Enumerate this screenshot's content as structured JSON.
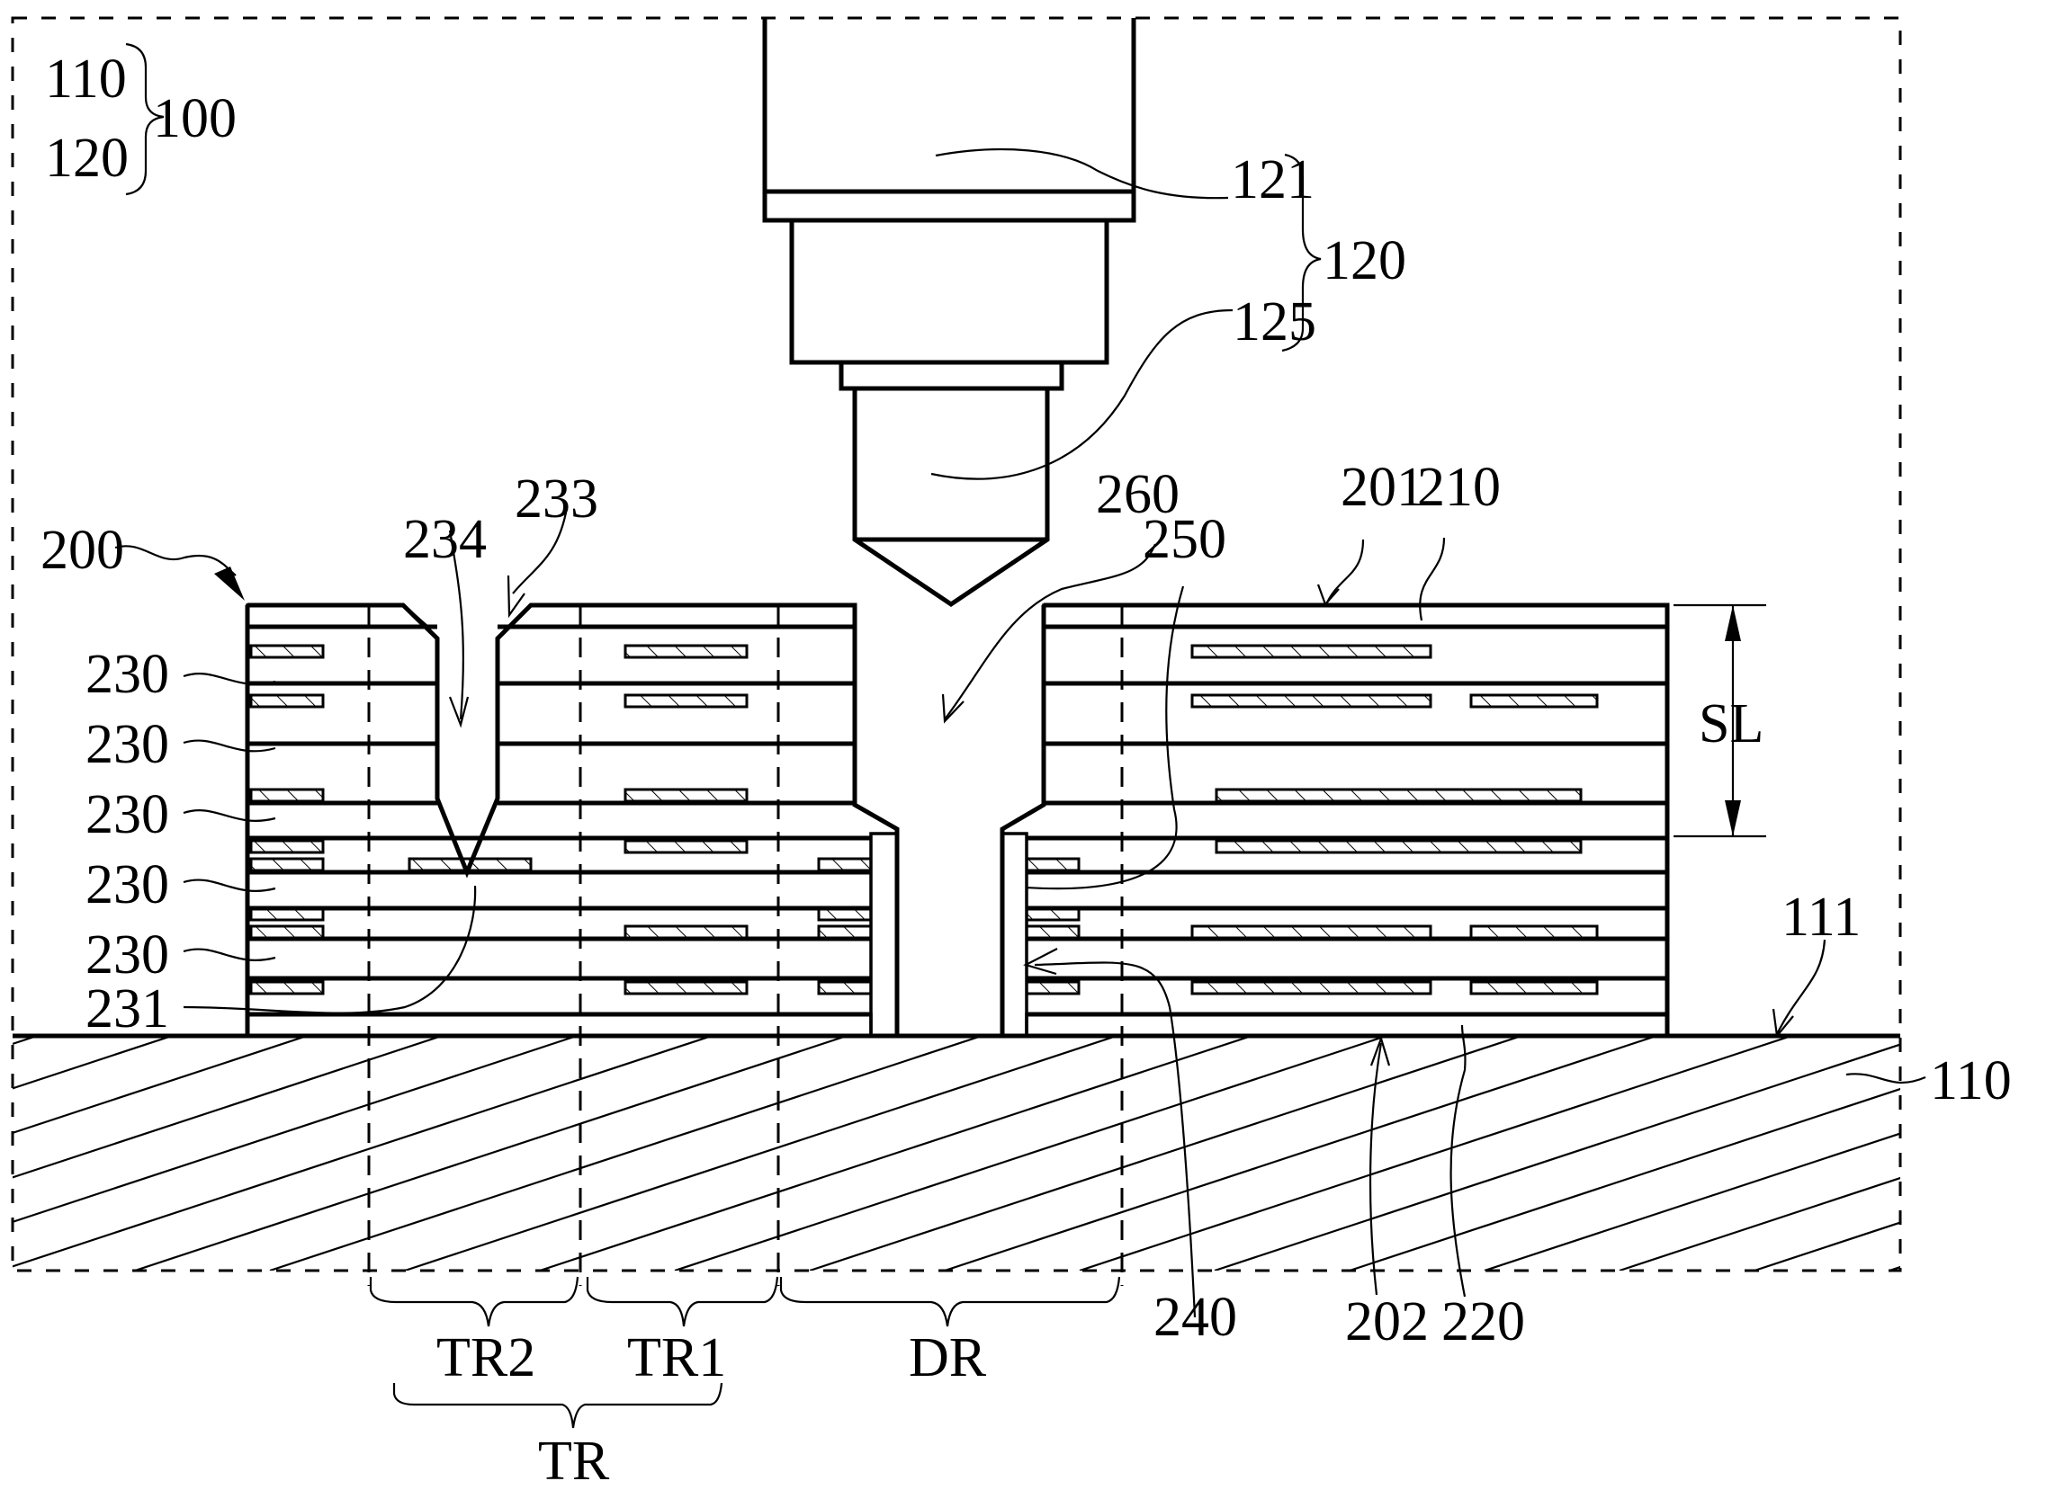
{
  "figure": {
    "type": "patent cross-section diagram",
    "description": "Drilling apparatus with drill bit above multilayer circuit board on carrier"
  },
  "colors": {
    "line": "#000000",
    "background": "#ffffff"
  },
  "labels": {
    "system": "100",
    "system_members": [
      "110",
      "120"
    ],
    "tool": "120",
    "tool_members": [
      "121",
      "125"
    ],
    "spindle": "121",
    "drill_bit": "125",
    "board": "200",
    "top_surface": "201",
    "bottom_surface": "202",
    "top_layer": "210",
    "bottom_layer": "220",
    "dielectric_layers": [
      "230",
      "230",
      "230",
      "230",
      "230"
    ],
    "target_pad": "231",
    "chamfer": "233",
    "blind_hole": "234",
    "plating": "240",
    "inner_wall": "250",
    "drill_hole": "260",
    "platform_surface": "111",
    "platform": "110",
    "stack_length": "SL",
    "regions": {
      "tr2": "TR2",
      "tr1": "TR1",
      "dr": "DR",
      "tr": "TR"
    }
  }
}
